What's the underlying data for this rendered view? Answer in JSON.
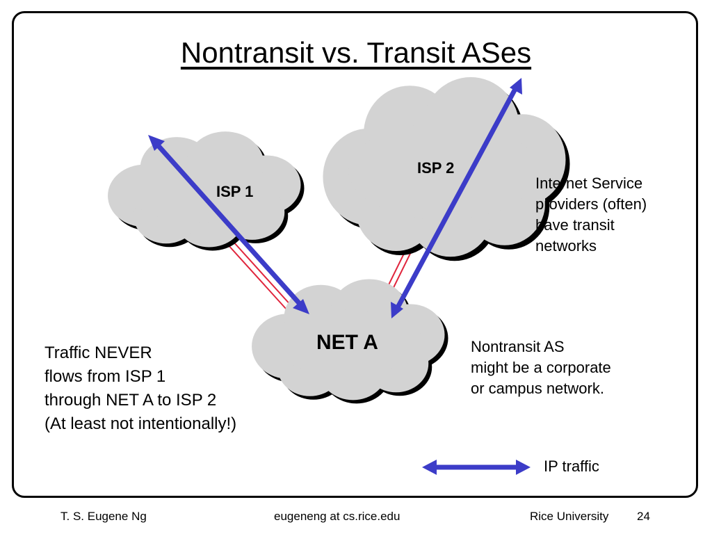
{
  "slide": {
    "title": "Nontransit vs. Transit ASes"
  },
  "clouds": {
    "isp1": "ISP 1",
    "isp2": "ISP 2",
    "net_a": "NET A"
  },
  "notes": {
    "transit": [
      "Internet Service",
      "providers (often)",
      "have transit",
      "networks"
    ],
    "nontransit": [
      "Nontransit AS",
      "might be a corporate",
      "or campus network."
    ],
    "traffic": [
      "Traffic NEVER",
      "flows from ISP 1",
      "through NET A to ISP 2",
      "(At least not intentionally!)"
    ]
  },
  "legend": {
    "label": "IP traffic"
  },
  "colors": {
    "arrow": "#3c3cc8",
    "link": "#e0243c",
    "cloud_fill": "#d3d3d3",
    "cloud_shadow": "#000000"
  },
  "footer": {
    "author": "T. S. Eugene Ng",
    "email": "eugeneng at cs.rice.edu",
    "org": "Rice University",
    "page": "24"
  }
}
